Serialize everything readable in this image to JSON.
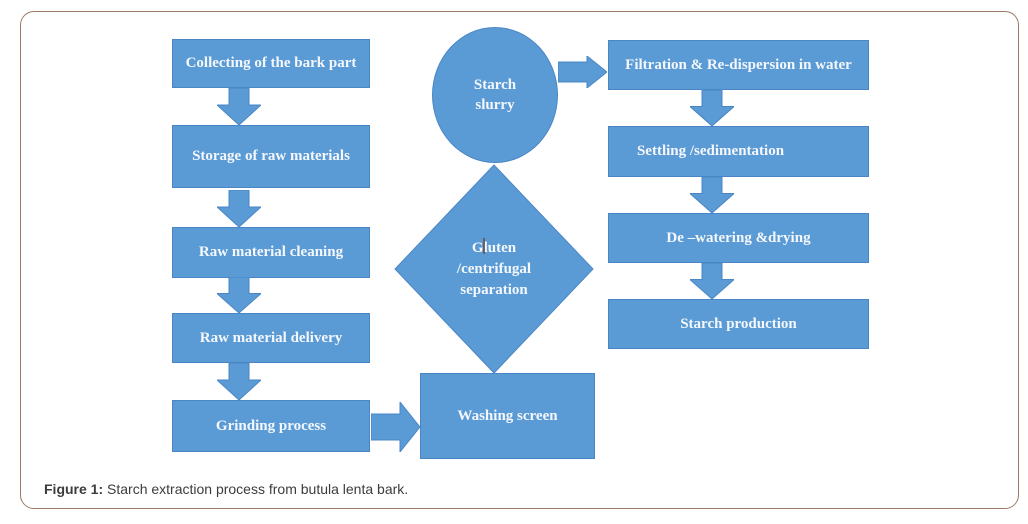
{
  "colors": {
    "shape_fill": "#5b9bd5",
    "shape_border": "#4a86c5",
    "shape_text": "#f4f7fc",
    "frame_border": "#9d7a68",
    "caption_color": "#3c3c3c"
  },
  "caption": {
    "label": "Figure 1:",
    "text": " Starch extraction process from butula lenta bark."
  },
  "flowchart": {
    "left_column": [
      {
        "label": "Collecting of the bark part"
      },
      {
        "label": "Storage of raw materials"
      },
      {
        "label": "Raw material cleaning"
      },
      {
        "label": "Raw material delivery"
      },
      {
        "label": "Grinding process"
      }
    ],
    "center": {
      "circle_lines": [
        "Starch",
        "slurry"
      ],
      "diamond_lines": [
        "Gluten",
        "/centrifugal",
        "separation"
      ],
      "washing_label": "Washing screen"
    },
    "right_column": [
      {
        "label": "Filtration & Re-dispersion in water"
      },
      {
        "label": "Settling /sedimentation"
      },
      {
        "label": "De –watering &drying"
      },
      {
        "label": "Starch production"
      }
    ]
  }
}
